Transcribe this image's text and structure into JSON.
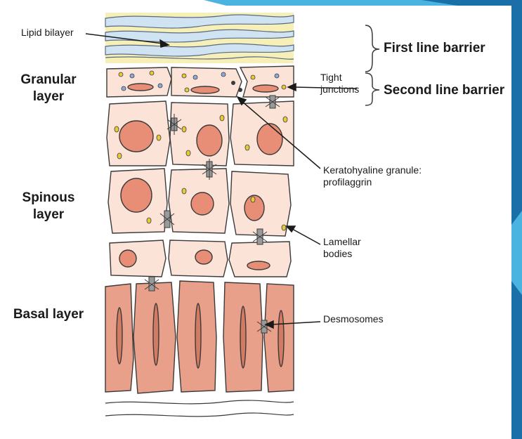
{
  "labels": {
    "lipid_bilayer": "Lipid bilayer",
    "granular_layer": "Granular layer",
    "spinous_layer": "Spinous layer",
    "basal_layer": "Basal layer",
    "tight_junctions": "Tight junctions",
    "keratohyaline_granule": "Keratohyaline granule: profilaggrin",
    "lamellar_bodies": "Lamellar bodies",
    "desmosomes": "Desmosomes",
    "first_line_barrier": "First line barrier",
    "second_line_barrier": "Second line barrier"
  },
  "colors": {
    "slide_accent": "#1b6fa8",
    "slide_accent_light": "#4ab3e0",
    "lipid_yellow": "#f6f0b8",
    "lipid_blue": "#cfe3f2",
    "cell_fill": "#fbe3d8",
    "nucleus": "#e88e76",
    "granule_yellow": "#e8c93a",
    "granule_blue": "#8fa8d6",
    "outline": "#3a3a3a"
  }
}
